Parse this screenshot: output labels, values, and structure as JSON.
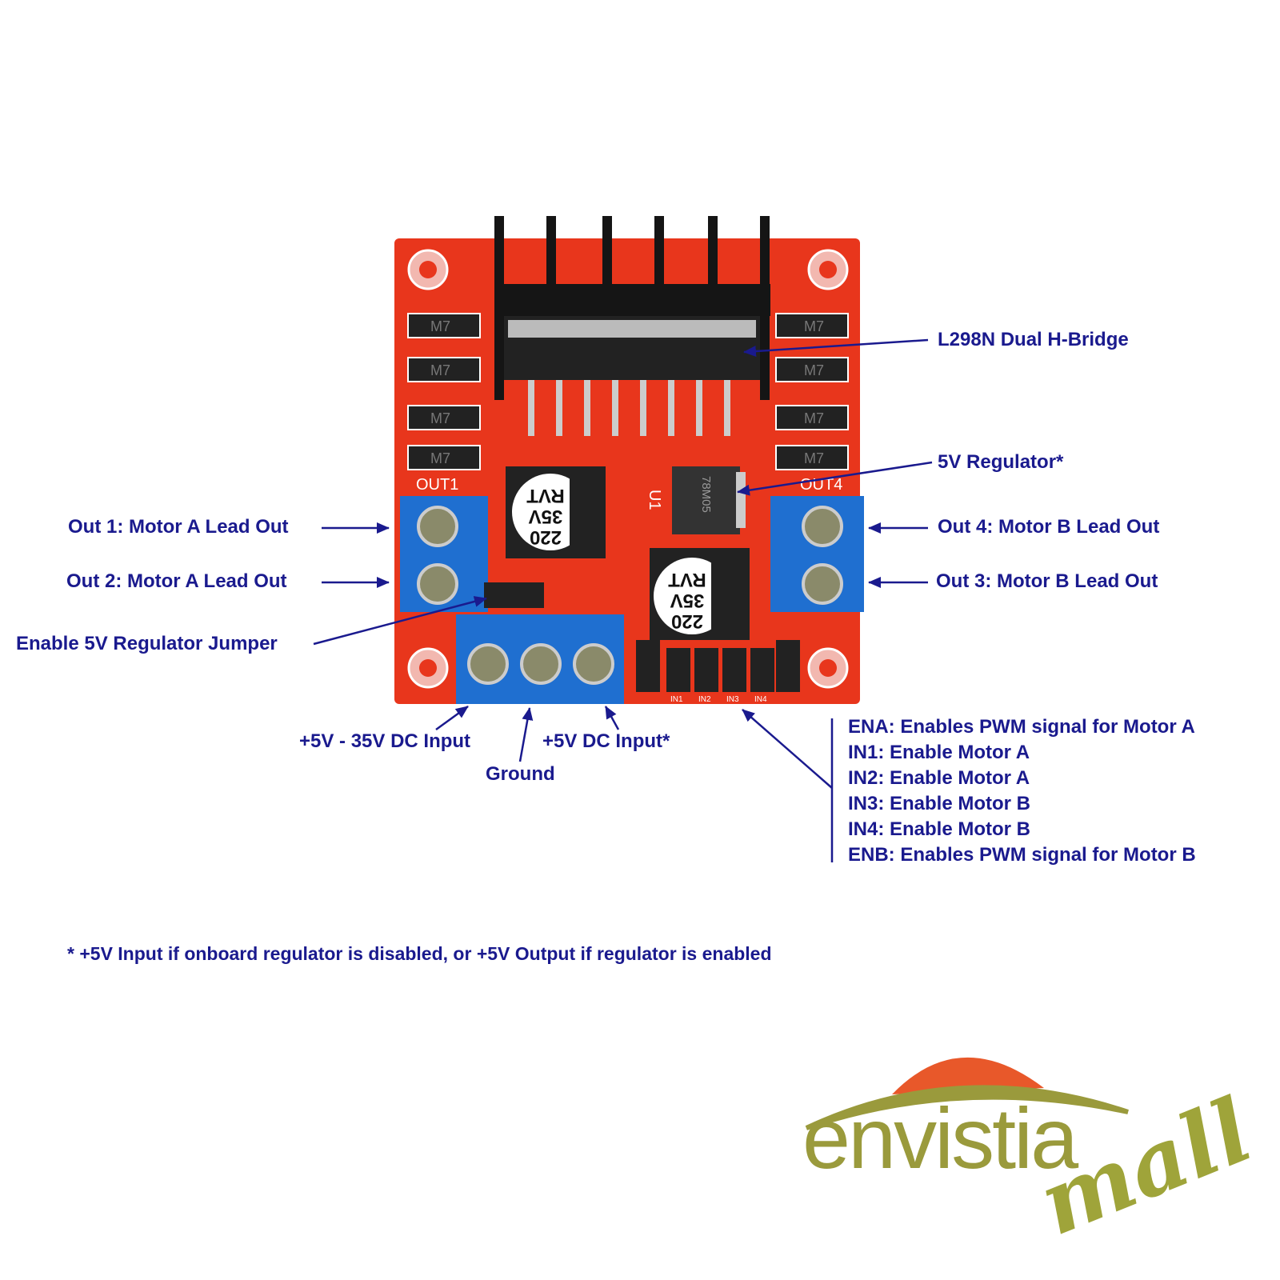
{
  "labels": {
    "h_bridge": "L298N Dual H-Bridge",
    "regulator": "5V Regulator*",
    "out1": "Out 1: Motor A Lead Out",
    "out2": "Out 2: Motor A Lead Out",
    "out4": "Out 4: Motor B Lead Out",
    "out3": "Out 3: Motor B Lead Out",
    "jumper": "Enable 5V Regulator Jumper",
    "dc_input": "+5V - 35V DC Input",
    "ground": "Ground",
    "five_v_input": "+5V DC Input*"
  },
  "pins": [
    "ENA: Enables PWM signal for Motor A",
    "IN1: Enable Motor A",
    "IN2: Enable Motor A",
    "IN3: Enable Motor B",
    "IN4: Enable Motor B",
    "ENB: Enables PWM signal for Motor B"
  ],
  "footnote": "*  +5V Input if onboard regulator is disabled, or +5V Output if regulator is enabled",
  "board_silkscreen": {
    "out1": "OUT1",
    "out4": "OUT4",
    "diode": "M7",
    "cap": [
      "220",
      "35V",
      "RVT"
    ],
    "reg": "78M05",
    "u1": "U1",
    "header": [
      "IN1",
      "IN2",
      "IN3",
      "IN4"
    ]
  },
  "logo": {
    "name": "envistia",
    "suffix": "mall"
  },
  "colors": {
    "label": "#1a1a8e",
    "pcb": "#e8361c",
    "terminal": "#1f6fd0"
  }
}
